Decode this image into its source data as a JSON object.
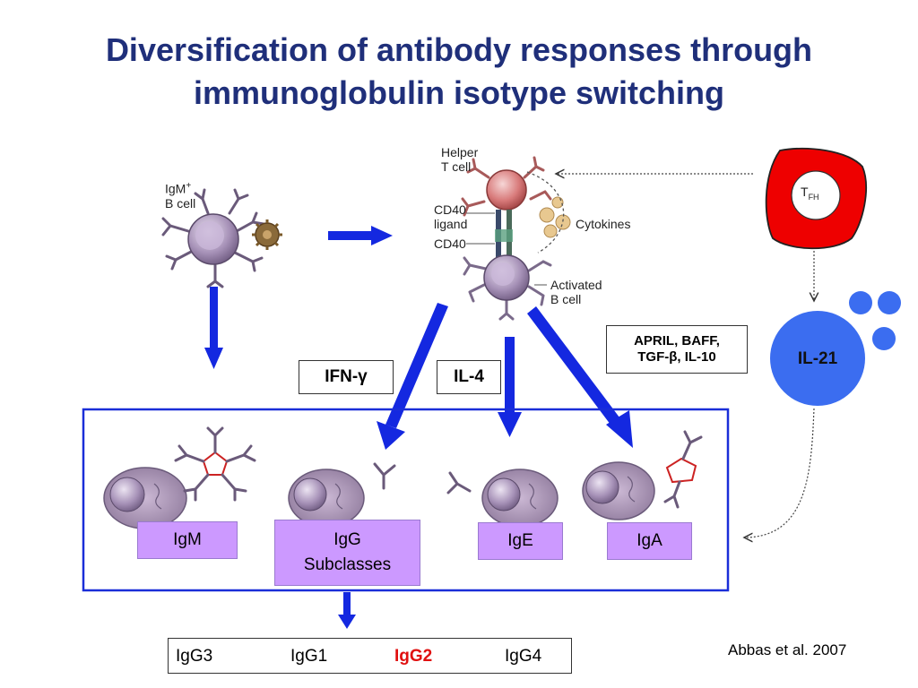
{
  "title": {
    "line1": "Diversification of antibody responses through",
    "line2": "immunoglobulin isotype switching"
  },
  "labels": {
    "igm_b_cell_1": "IgM",
    "igm_b_cell_sup": "+",
    "igm_b_cell_2": "B cell",
    "helper_t_1": "Helper",
    "helper_t_2": "T cell",
    "cd40_ligand_1": "CD40",
    "cd40_ligand_2": "ligand",
    "cd40": "CD40",
    "cytokines": "Cytokines",
    "activated_b_1": "Activated",
    "activated_b_2": "B cell",
    "tfh_main": "T",
    "tfh_sub": "FH",
    "il21": "IL-21"
  },
  "boxes": {
    "ifn_gamma": "IFN-γ",
    "il4": "IL-4",
    "april_line1": "APRIL, BAFF,",
    "april_line2": "TGF-β, IL-10"
  },
  "isotypes": {
    "igm": "IgM",
    "igg_line1": "IgG",
    "igg_line2": "Subclasses",
    "ige": "IgE",
    "iga": "IgA"
  },
  "switch_chain": [
    "IgG3",
    "IgG1",
    "IgG2",
    "IgG4"
  ],
  "citation": "Abbas et al. 2007",
  "colors": {
    "title": "#1f2f7a",
    "arrow_blue": "#1428e0",
    "isotype_box": "#cc99ff",
    "tfh_cell": "#ee0000",
    "il21_circle": "#3b6df0",
    "igg2_highlight": "#e01010"
  }
}
